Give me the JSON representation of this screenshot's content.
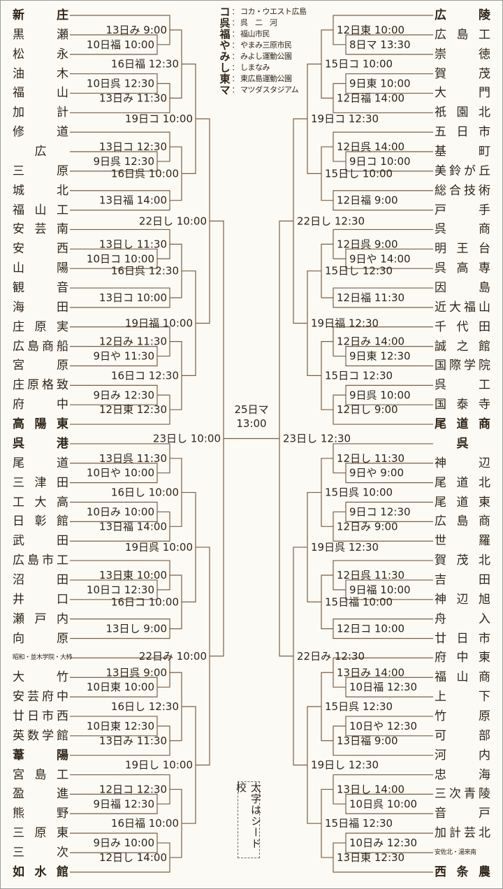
{
  "legend": [
    {
      "abbr": "コ",
      "name": "コカ・ウエスト広島"
    },
    {
      "abbr": "呉",
      "name": "呉　二　河"
    },
    {
      "abbr": "福",
      "name": "福山市民"
    },
    {
      "abbr": "や",
      "name": "やまみ三原市民"
    },
    {
      "abbr": "み",
      "name": "みよし運動公園"
    },
    {
      "abbr": "し",
      "name": "しまなみ"
    },
    {
      "abbr": "東",
      "name": "東広島運動公園"
    },
    {
      "abbr": "マ",
      "name": "マツダスタジアム"
    }
  ],
  "legend_separator": "：",
  "final": {
    "date": "25日マ",
    "time": "13:00"
  },
  "seed_note": "太字はシード校",
  "colors": {
    "line": "#7a5f45",
    "text": "#2e2418",
    "background": "#fcfaf4"
  },
  "left": {
    "teams": [
      "新庄",
      "黒瀬",
      "松永",
      "油木",
      "福山",
      "加計",
      "修道",
      "広",
      "三原",
      "城北",
      "福山工",
      "安芸南",
      "安西",
      "山陽",
      "観音",
      "海田",
      "庄原実",
      "広島商船",
      "宮原",
      "庄原格致",
      "府中",
      "高陽東",
      "呉港",
      "尾道",
      "三津田",
      "工大高",
      "日彰館",
      "武田",
      "広島市工",
      "沼田",
      "井口",
      "瀬戸内",
      "向原",
      "昭和・並木学院・大柿",
      "大竹",
      "安芸府中",
      "廿日市西",
      "英数学館",
      "葦陽",
      "宮島工",
      "盈進",
      "熊野",
      "三原東",
      "三次",
      "如水館"
    ],
    "seeds": [
      0,
      21,
      22,
      38,
      44
    ],
    "matches": [
      "10日福 10:00",
      "13日み  9:00",
      "10日呉 12:30",
      "13日み 11:30",
      "16日福 12:30",
      "9日呉 12:30",
      "13日コ 12:30",
      "13日福 14:00",
      "16日呉 10:00",
      "19日コ 10:00",
      "10日コ 10:00",
      "13日し 11:30",
      "13日コ 10:00",
      "16日呉 12:30",
      "9日や 11:30",
      "12日み 11:30",
      "9日み 12:30",
      "12日東 12:30",
      "16日コ 12:30",
      "19日福 10:00",
      "22日し 10:00",
      "10日や 10:00",
      "13日呉 11:30",
      "10日み 10:00",
      "13日福 14:00",
      "16日し 10:00",
      "10日コ 12:30",
      "13日東 10:00",
      "13日し  9:00",
      "16日コ 10:00",
      "19日呉 10:00",
      "10日東 10:00",
      "13日呉  9:00",
      "10日東 12:30",
      "13日み 11:30",
      "16日し 12:30",
      "9日福 12:30",
      "12日コ 12:30",
      "9日み 10:00",
      "12日し 14:00",
      "16日福 10:00",
      "19日し 10:00",
      "22日み 10:00",
      "23日し 10:00"
    ]
  },
  "right": {
    "teams": [
      "広陵",
      "広島工",
      "崇徳",
      "賀茂",
      "大門",
      "祇園北",
      "五日市",
      "基町",
      "美鈴が丘",
      "総合技術",
      "戸手",
      "呉商",
      "明王台",
      "呉高専",
      "因島",
      "近大福山",
      "千代田",
      "誠之館",
      "国際学院",
      "呉工",
      "国泰寺",
      "尾道商",
      "呉",
      "神辺",
      "尾道北",
      "尾道東",
      "広島商",
      "世羅",
      "賀茂北",
      "吉田",
      "神辺旭",
      "舟入",
      "廿日市",
      "府中東",
      "福山商",
      "上下",
      "竹原",
      "可部",
      "河内",
      "忠海",
      "三次青陵",
      "音戸",
      "加計芸北",
      "安佐北・湯来南",
      "西条農"
    ],
    "seeds": [
      0,
      21,
      22,
      44
    ],
    "matches": [
      "8日マ 13:30",
      "12日東 10:00",
      "9日東 10:00",
      "12日福 14:00",
      "15日コ 10:00",
      "9日コ 10:00",
      "12日呉 14:00",
      "12日福  9:00",
      "15日し 10:00",
      "19日コ 12:30",
      "9日や 14:00",
      "12日呉  9:00",
      "12日福 11:30",
      "15日し 12:30",
      "9日東 12:30",
      "12日み 14:00",
      "9日呉 10:00",
      "12日し  9:00",
      "15日コ 12:30",
      "19日福 12:30",
      "22日し 12:30",
      "9日や  9:00",
      "12日し 11:30",
      "9日コ 12:30",
      "12日み  9:00",
      "15日呉 10:00",
      "9日福 10:00",
      "12日呉 11:30",
      "12日コ 10:00",
      "15日福 10:00",
      "19日呉 12:30",
      "10日福 12:30",
      "13日み 14:00",
      "10日や 12:30",
      "13日福  9:00",
      "15日呉 12:30",
      "10日呉 10:00",
      "13日し 14:00",
      "10日み 12:30",
      "13日東 12:30",
      "15日福 12:30",
      "19日し 12:30",
      "22日み 12:30",
      "23日し 12:30"
    ]
  }
}
